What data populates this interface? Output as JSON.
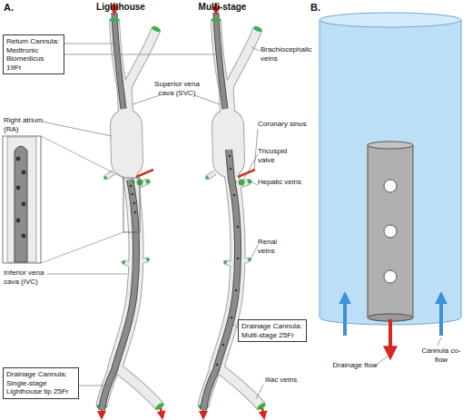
{
  "diagram": {
    "nodes": [
      {
        "text": [
          "Return Cannula: Medtronic Biomedicus 19Fr"
        ]
      },
      {
        "text": [
          "Drainage Cannula: Multi-stage 25Fr"
        ]
      },
      {
        "text": [
          "Drainage Cannula: Single-stage Lighthouse tip 25Fr"
        ]
      }
    ],
    "labels": [
      "A.",
      "Lighthouse",
      "Multi-stage",
      "Brachiocephalic veins",
      "Superior vena cava (SVC)",
      "Right atrium (RA)",
      "Coronary sinus",
      "Tricuspid valve",
      "Hepatic veins",
      "Renal veins",
      "Inferior vena cava (IVC)",
      "Iliac veins",
      "B.",
      "Drainage flow",
      "Cannula co-flow"
    ]
  }
}
